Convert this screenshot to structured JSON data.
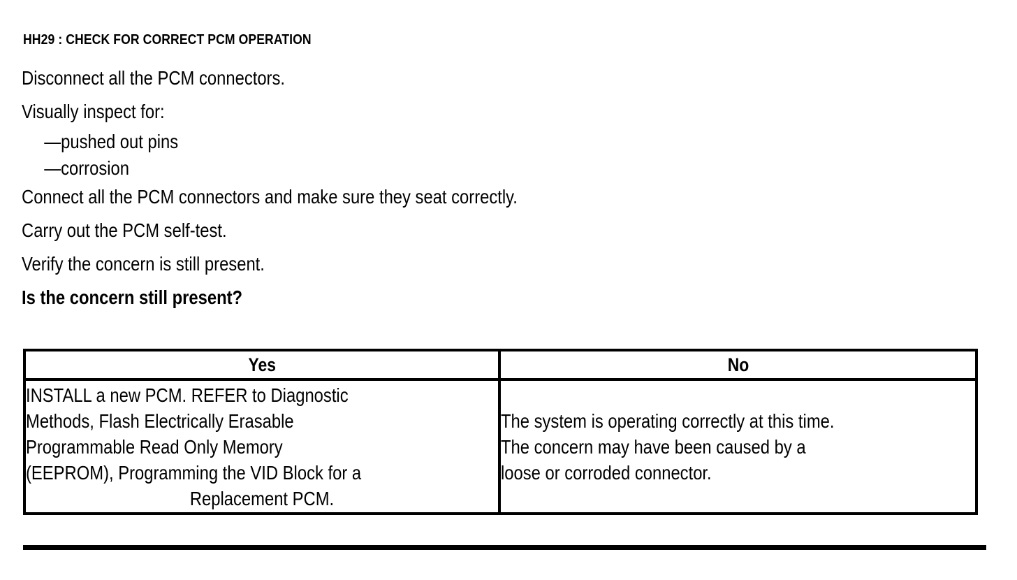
{
  "document": {
    "step_title": "HH29 : CHECK FOR CORRECT PCM OPERATION",
    "instructions": [
      "Disconnect all the PCM connectors.",
      "Visually inspect for:"
    ],
    "inspect_items": [
      "—pushed out pins",
      "—corrosion"
    ],
    "instructions_after": [
      "Connect all the PCM connectors and make sure they seat correctly.",
      "Carry out the PCM self-test.",
      "Verify the concern is still present."
    ],
    "question": "Is the concern still present?"
  },
  "decision_table": {
    "headers": {
      "yes": "Yes",
      "no": "No"
    },
    "yes_cell_lines": [
      "INSTALL a new PCM. REFER to Diagnostic",
      "Methods, Flash Electrically Erasable",
      "Programmable Read Only Memory",
      "(EEPROM), Programming the VID Block for a",
      "Replacement PCM."
    ],
    "no_cell_lines": [
      "The system is operating correctly at this time.",
      "The concern may have been caused by a",
      "loose or corroded connector."
    ]
  },
  "style": {
    "ink": "#000000",
    "paper": "#ffffff"
  }
}
